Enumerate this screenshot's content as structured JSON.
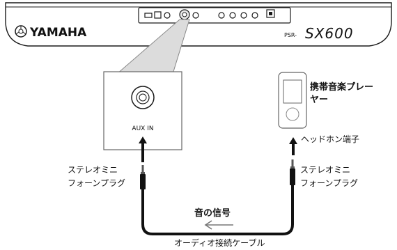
{
  "keyboard": {
    "brand": "YAMAHA",
    "model_prefix": "PSR-",
    "model_name": "SX600"
  },
  "aux_panel": {
    "label": "AUX IN"
  },
  "player": {
    "name_line1": "携帯音楽プレー",
    "name_line2": "ヤー"
  },
  "labels": {
    "headphone_jack": "ヘッドホン端子",
    "left_plug_line1": "ステレオミニ",
    "left_plug_line2": "フォーンプラグ",
    "right_plug_line1": "ステレオミニ",
    "right_plug_line2": "フォーンプラグ",
    "signal": "音の信号",
    "cable": "オーディオ接続ケーブル"
  },
  "colors": {
    "line": "#1a1a1a",
    "panel_fill": "#ffffff",
    "signal_arrow": "#777777"
  }
}
